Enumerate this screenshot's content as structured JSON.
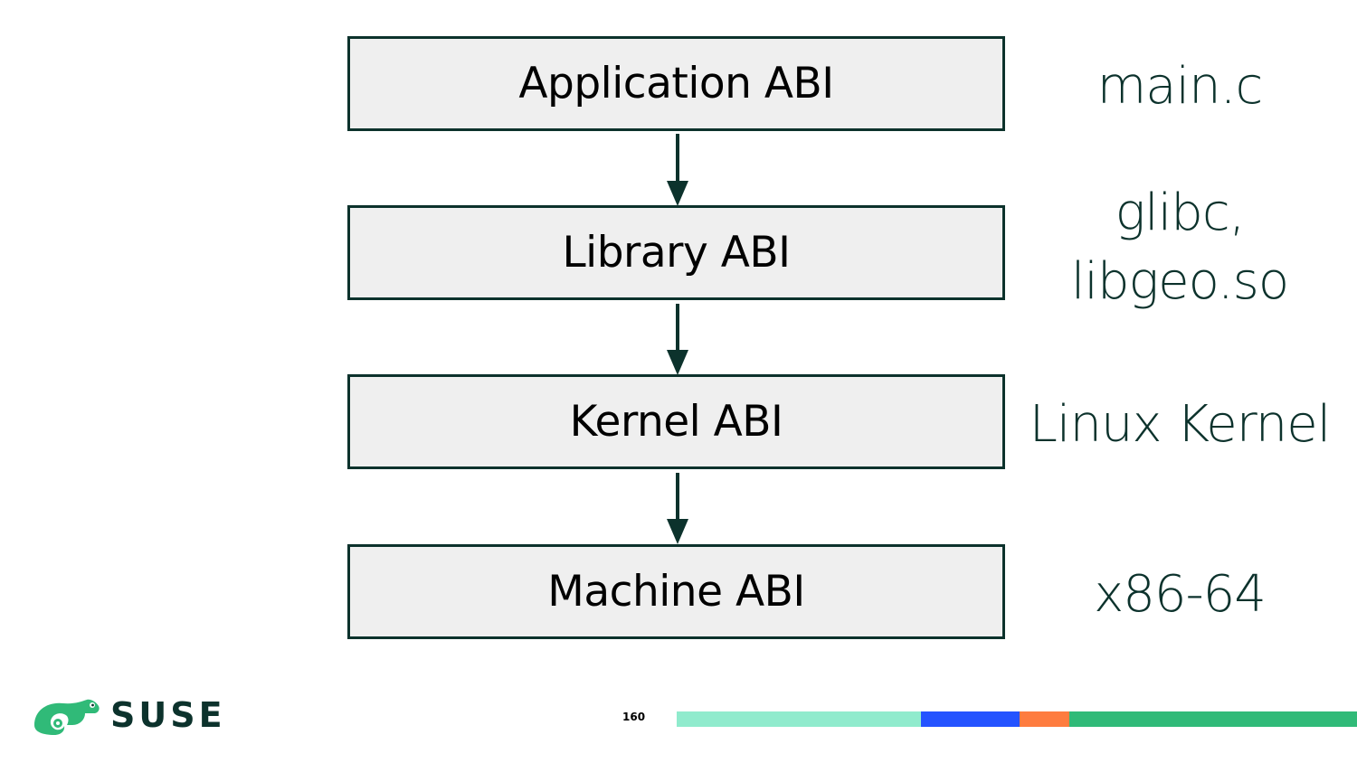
{
  "diagram": {
    "layers": [
      {
        "label": "Application ABI",
        "example": [
          "main.c"
        ]
      },
      {
        "label": "Library ABI",
        "example": [
          "glibc,",
          "libgeo.so"
        ]
      },
      {
        "label": "Kernel ABI",
        "example": [
          "Linux Kernel"
        ]
      },
      {
        "label": "Machine ABI",
        "example": [
          "x86-64"
        ]
      }
    ]
  },
  "footer": {
    "brand": "SUSE",
    "page_number": "160"
  },
  "colors": {
    "dark_green": "#0c322c",
    "box_fill": "#efefef",
    "mint": "#90ebcd",
    "blue": "#2453ff",
    "orange": "#fe7c3f",
    "green": "#30ba78"
  }
}
